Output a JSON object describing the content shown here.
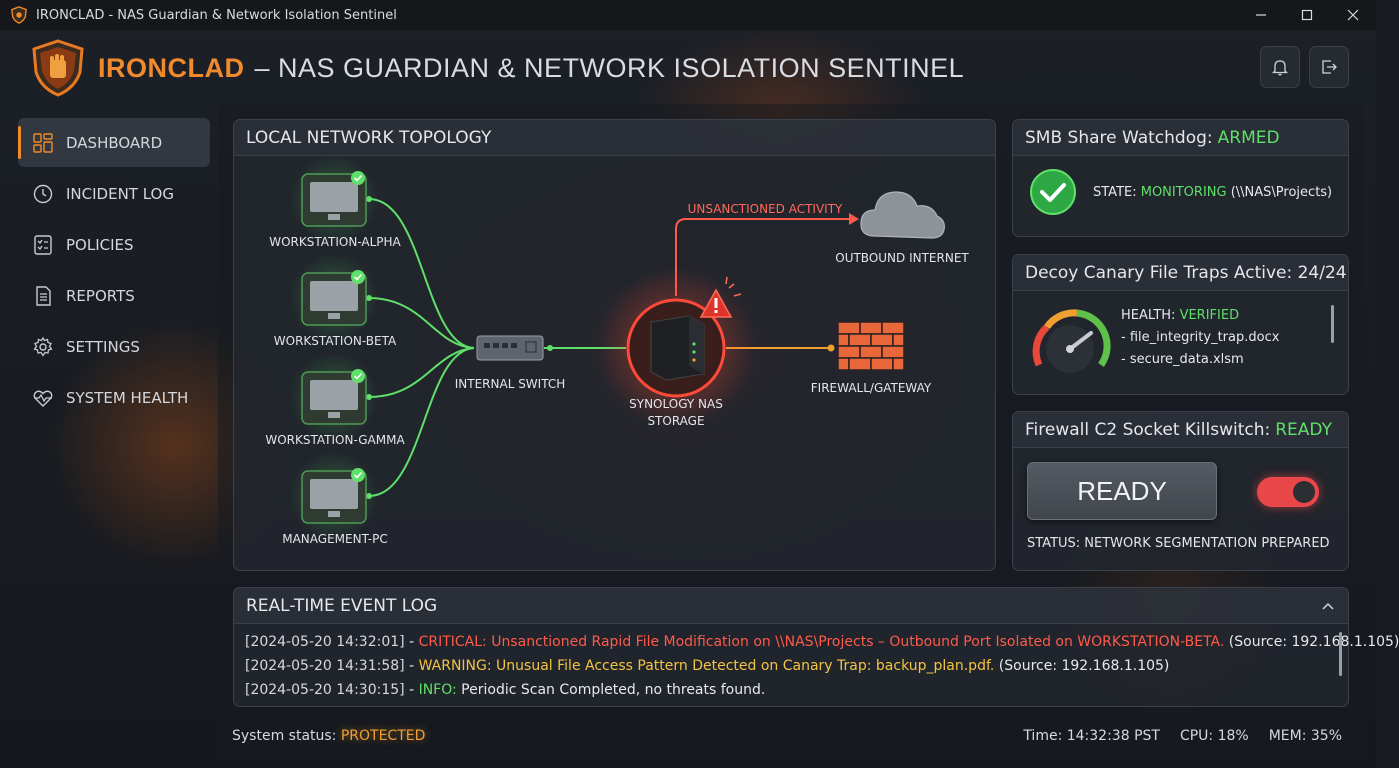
{
  "window": {
    "title": "IRONCLAD - NAS Guardian & Network Isolation Sentinel"
  },
  "header": {
    "brand": "IRONCLAD",
    "subtitle": "– NAS GUARDIAN & NETWORK ISOLATION SENTINEL"
  },
  "sidebar": {
    "items": [
      {
        "label": "DASHBOARD",
        "icon": "dashboard-icon",
        "active": true
      },
      {
        "label": "INCIDENT LOG",
        "icon": "clock-icon"
      },
      {
        "label": "POLICIES",
        "icon": "checklist-icon"
      },
      {
        "label": "REPORTS",
        "icon": "document-icon"
      },
      {
        "label": "SETTINGS",
        "icon": "gear-icon"
      },
      {
        "label": "SYSTEM HEALTH",
        "icon": "heartbeat-icon"
      }
    ]
  },
  "topology": {
    "title": "LOCAL NETWORK TOPOLOGY",
    "workstations": [
      "WORKSTATION-ALPHA",
      "WORKSTATION-BETA",
      "WORKSTATION-GAMMA",
      "MANAGEMENT-PC"
    ],
    "switch_label": "INTERNAL SWITCH",
    "nas_label_1": "SYNOLOGY NAS",
    "nas_label_2": "STORAGE",
    "alert_label": "UNSANCTIONED ACTIVITY",
    "internet_label": "OUTBOUND INTERNET",
    "firewall_label": "FIREWALL/GATEWAY"
  },
  "smb": {
    "title_prefix": "SMB Share Watchdog: ",
    "title_status": "ARMED",
    "state_prefix": "STATE: ",
    "state_value": "MONITORING",
    "state_path": " (\\\\NAS\\Projects)"
  },
  "canary": {
    "title": "Decoy Canary File Traps Active: 24/24",
    "health_prefix": "HEALTH: ",
    "health_value": "VERIFIED",
    "files": [
      "- file_integrity_trap.docx",
      "- secure_data.xlsm"
    ]
  },
  "killswitch": {
    "title_prefix": "Firewall C2 Socket Killswitch: ",
    "title_status": "READY",
    "button_label": "READY",
    "toggle_on": true,
    "status": "STATUS: NETWORK SEGMENTATION PREPARED"
  },
  "eventlog": {
    "title": "REAL-TIME EVENT LOG",
    "entries": [
      {
        "ts": "[2024-05-20 14:32:01]",
        "sep": " - ",
        "level": "CRITICAL: Unsanctioned Rapid File Modification on \\\\NAS\\Projects – Outbound Port Isolated on WORKSTATION-BETA.",
        "source": " (Source: 192.168.1.105)",
        "color": "red"
      },
      {
        "ts": "[2024-05-20 14:31:58]",
        "sep": " - ",
        "level": "WARNING: Unusual File Access Pattern Detected on Canary Trap: backup_plan.pdf.",
        "source": " (Source: 192.168.1.105)",
        "color": "yellow"
      },
      {
        "ts": "[2024-05-20 14:30:15]",
        "sep": " - ",
        "level_tag": "INFO:",
        "level": " Periodic Scan Completed, no threats found.",
        "source": "",
        "color": "green"
      }
    ]
  },
  "status": {
    "system_prefix": "System status: ",
    "system_value": "PROTECTED",
    "time": "Time: 14:32:38 PST",
    "cpu": "CPU: 18%",
    "mem": "MEM: 35%"
  },
  "colors": {
    "accent": "#f08a2c",
    "ok": "#5fe06a",
    "critical": "#ff5a4a",
    "warning": "#f3c443"
  }
}
